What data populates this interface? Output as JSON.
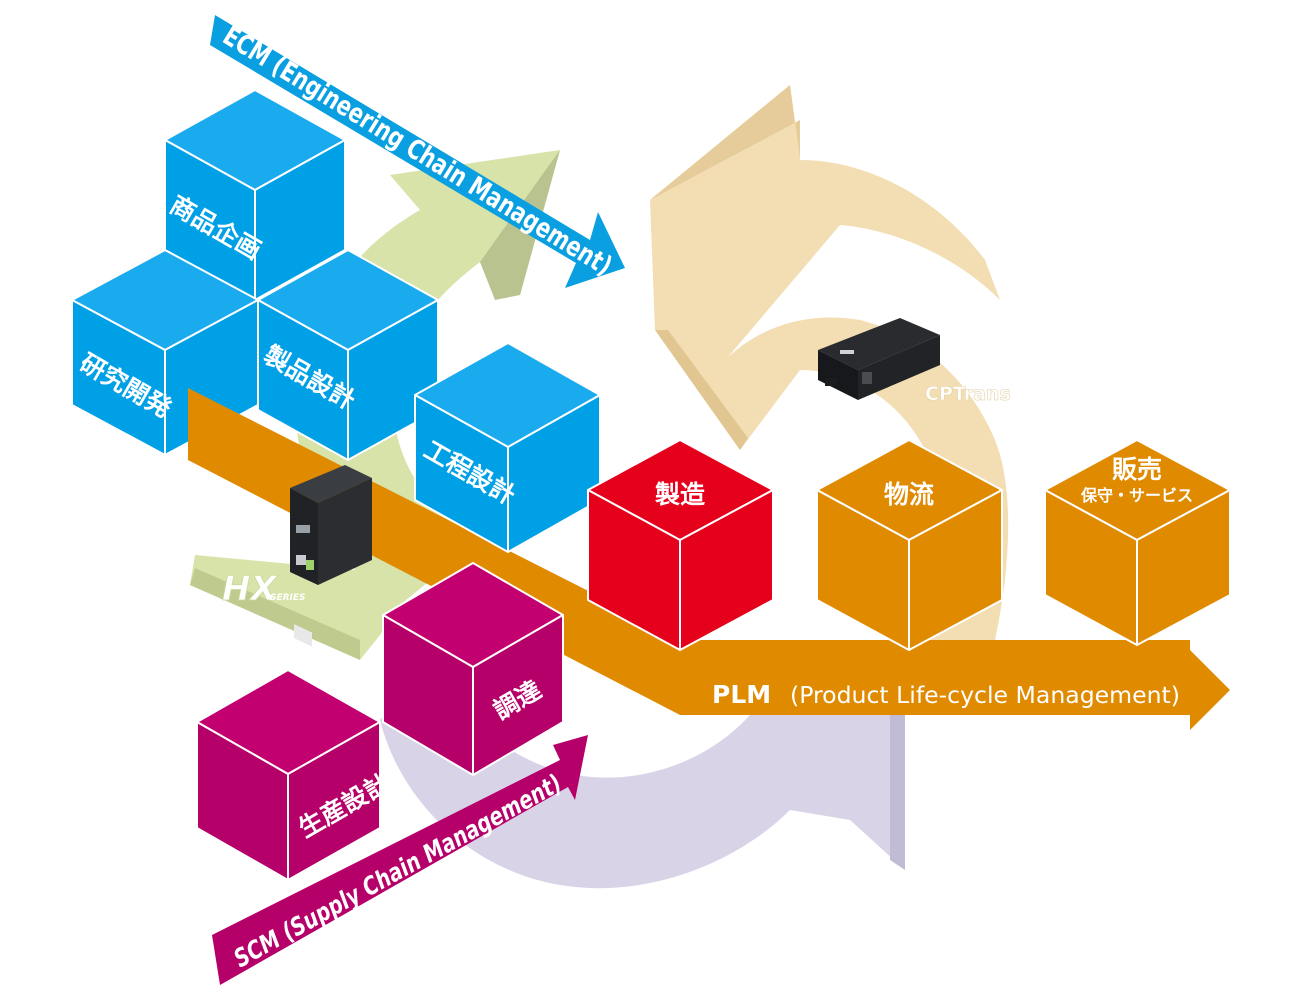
{
  "colors": {
    "blue": "#00a0e6",
    "orange": "#e08a00",
    "red": "#e5001c",
    "magenta": "#b50069",
    "green_arrow": "#d7e3a9",
    "tan_arrow": "#f3deb4",
    "lavender_arrow": "#d9d3e8"
  },
  "flows": {
    "ecm": "ECM (Engineering Chain Management)",
    "plm_bold": "PLM",
    "plm_rest": "(Product Life-cycle Management)",
    "scm": "SCM (Supply Chain Management)"
  },
  "cubes": {
    "shohin_kikaku": "商品企画",
    "kenkyu_kaihatsu": "研究開発",
    "seihin_sekkei": "製品設計",
    "kotei_sekkei": "工程設計",
    "seizo": "製造",
    "butsuryu": "物流",
    "hanbai": "販売",
    "hoshu_service": "保守・サービス",
    "chotatsu": "調達",
    "seisan_sekkei": "生産設計"
  },
  "products": {
    "cptrans_label": "CPTrans",
    "hx_logo": "HX",
    "hx_series": "SERIES",
    "device_icon": "gateway-device-icon",
    "controller_icon": "plc-controller-icon"
  }
}
